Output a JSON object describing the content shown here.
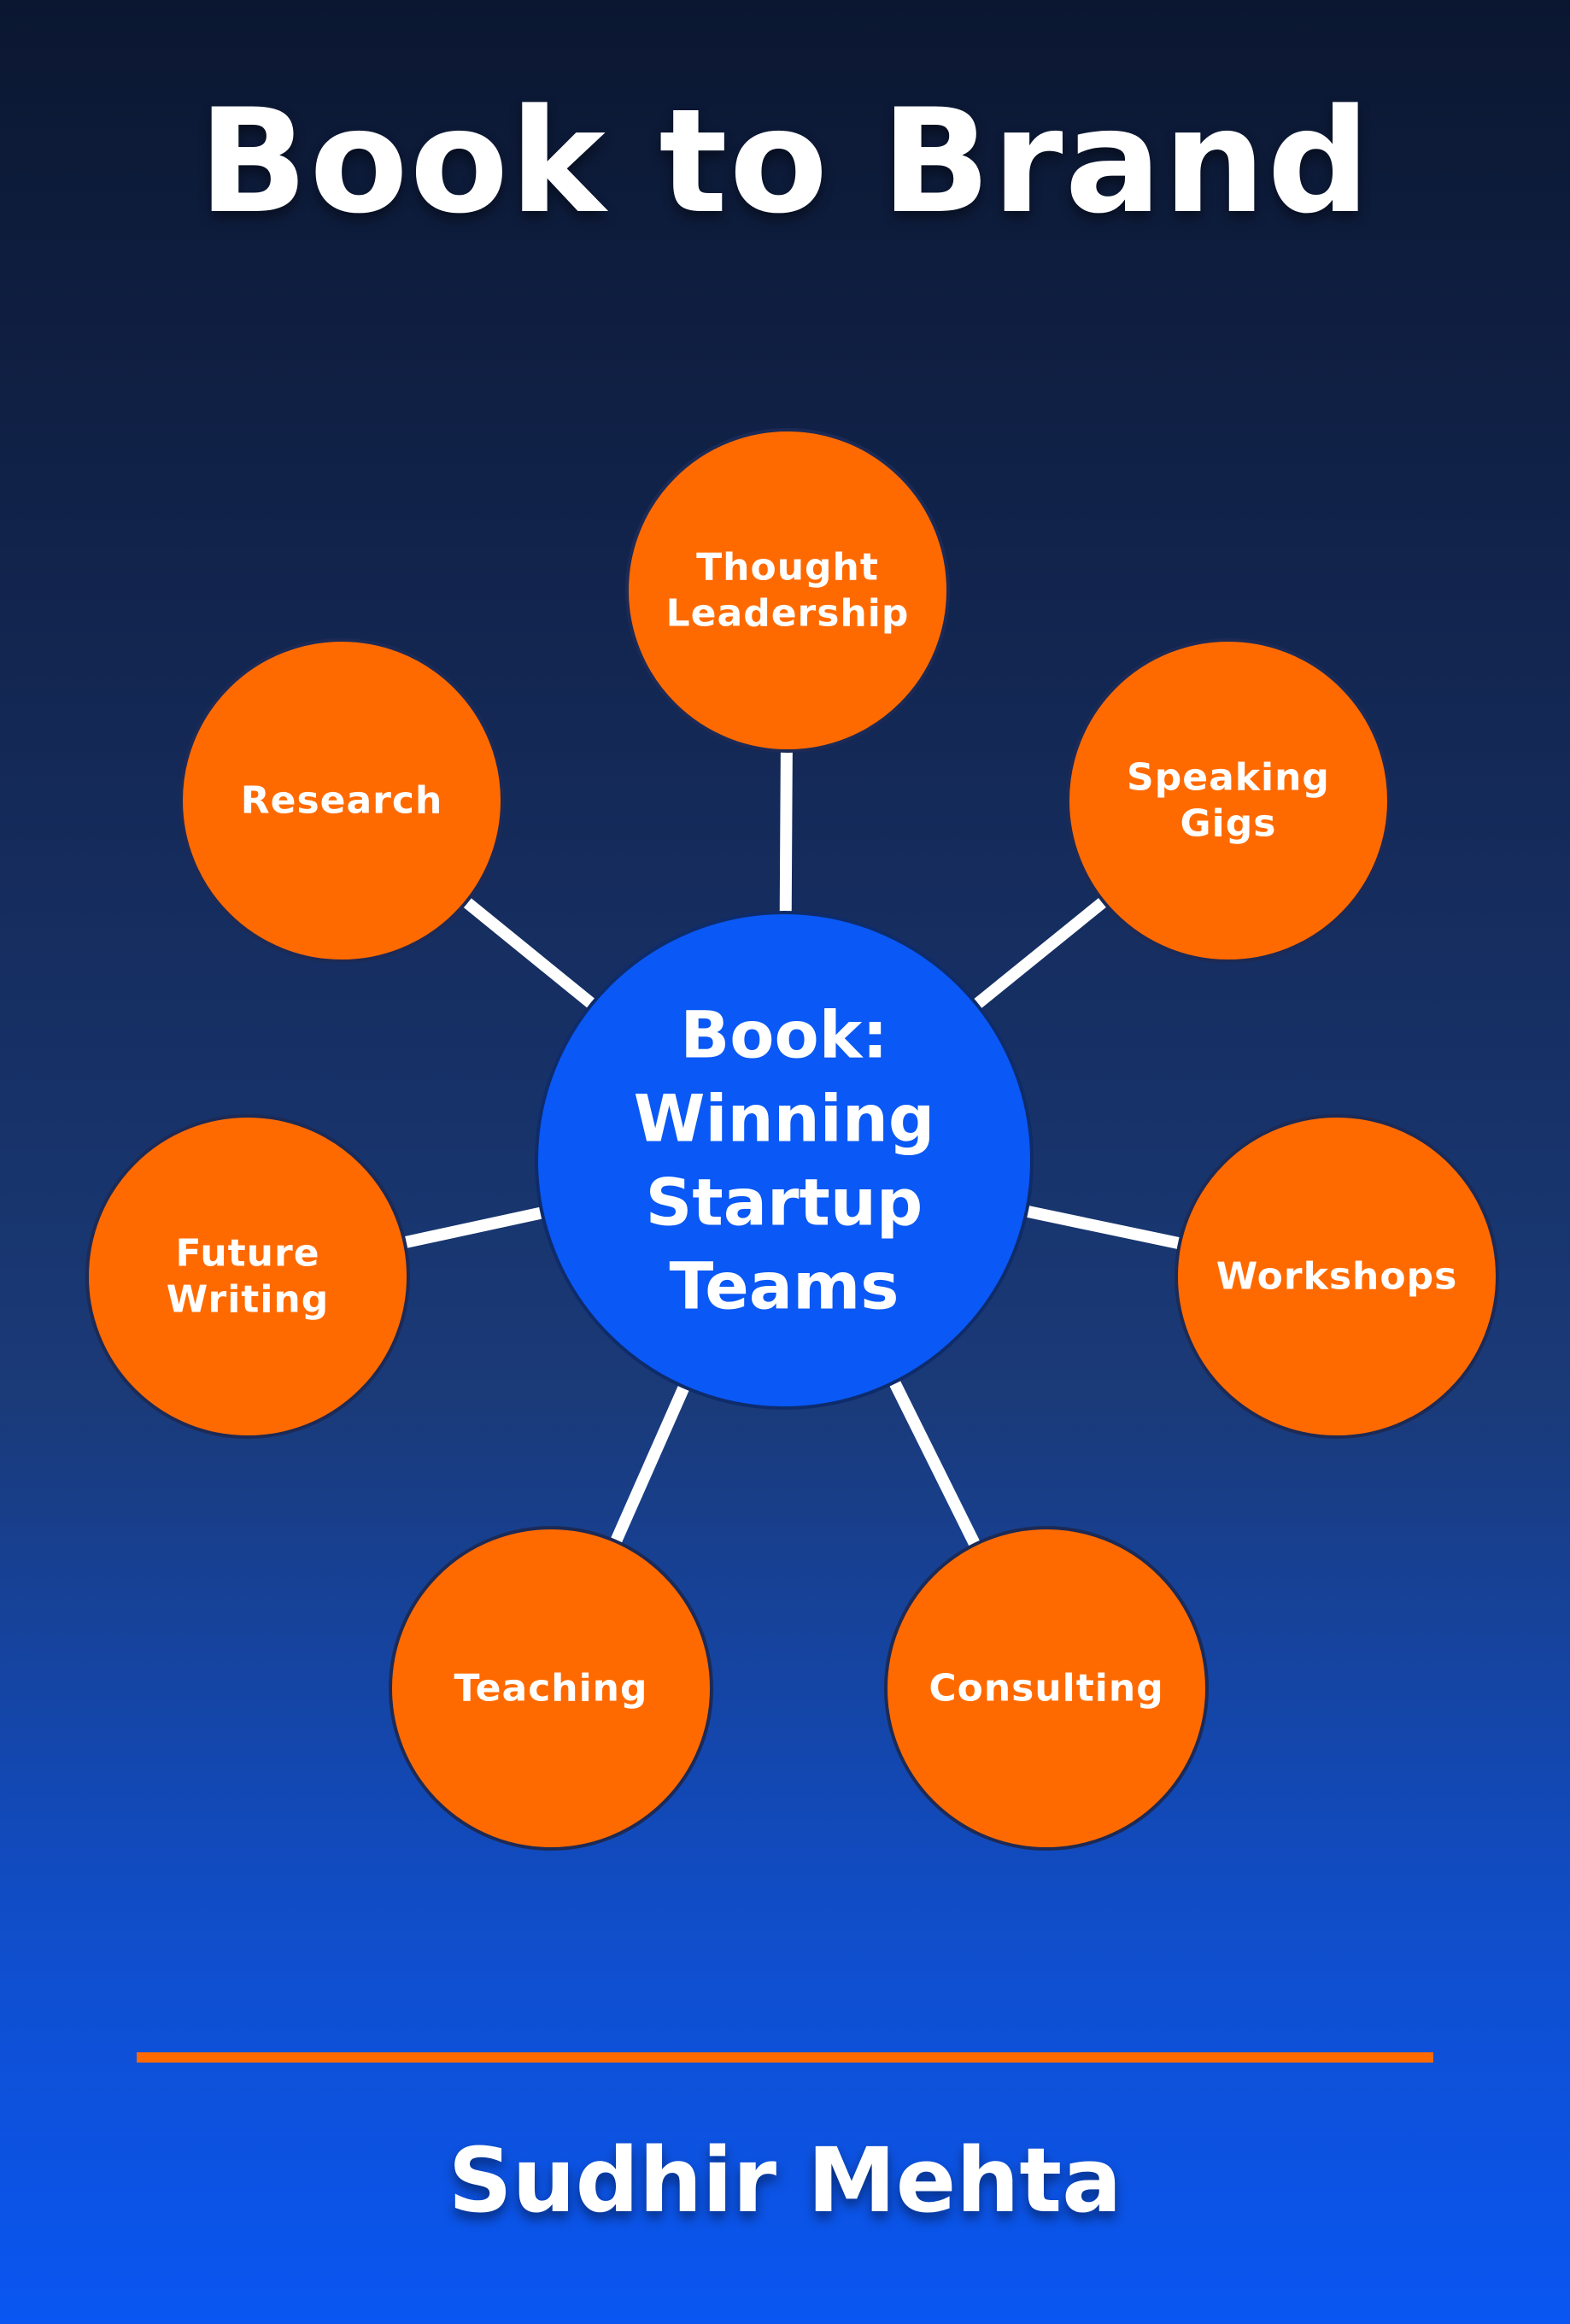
{
  "title": "Book to Brand",
  "hub": {
    "lines": [
      "Book:",
      "Winning",
      "Startup",
      "Teams"
    ]
  },
  "nodes": [
    {
      "id": "thought-leadership",
      "lines": [
        "Thought",
        "Leadership"
      ]
    },
    {
      "id": "speaking-gigs",
      "lines": [
        "Speaking",
        "Gigs"
      ]
    },
    {
      "id": "workshops",
      "lines": [
        "Workshops"
      ]
    },
    {
      "id": "consulting",
      "lines": [
        "Consulting"
      ]
    },
    {
      "id": "teaching",
      "lines": [
        "Teaching"
      ]
    },
    {
      "id": "future-writing",
      "lines": [
        "Future",
        "Writing"
      ]
    },
    {
      "id": "research",
      "lines": [
        "Research"
      ]
    }
  ],
  "author": "Sudhir Mehta",
  "colors": {
    "node": "#ff6a00",
    "hub": "#0a58f5",
    "divider": "#ff6a00",
    "text": "#ffffff"
  }
}
